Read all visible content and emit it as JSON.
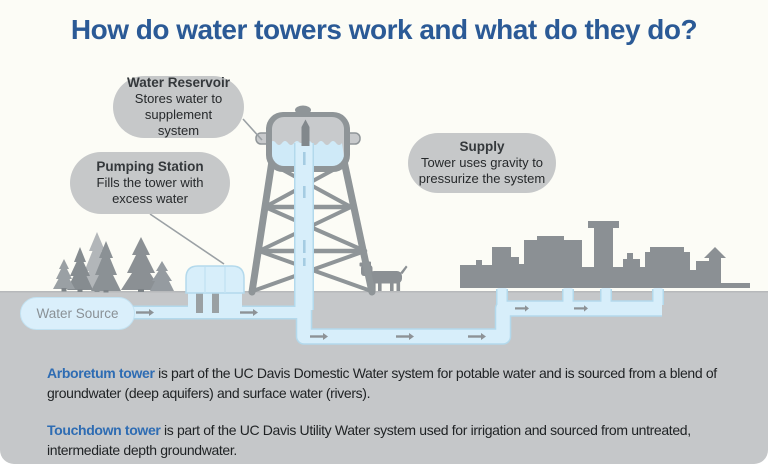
{
  "title": "How do water towers work and what do they do?",
  "callouts": {
    "reservoir": {
      "title": "Water Reservoir",
      "body": "Stores water to supplement system"
    },
    "pumping": {
      "title": "Pumping Station",
      "body": "Fills the tower with excess water"
    },
    "supply": {
      "title": "Supply",
      "body": "Tower uses gravity to pressurize the system"
    }
  },
  "labels": {
    "water_source": "Water Source"
  },
  "notes": [
    {
      "lead": "Arboretum tower",
      "text": " is part of the UC Davis Domestic Water system for potable water and is sourced from a blend of groundwater (deep aquifers) and surface water (rivers)."
    },
    {
      "lead": "Touchdown tower",
      "text": " is part of the UC Davis Utility Water system used for irrigation and sourced from untreated, intermediate depth groundwater."
    }
  ],
  "illustrations": [
    "pine-trees",
    "water-tower",
    "pumping-station",
    "city-skyline",
    "cow",
    "underground-pipes",
    "flow-arrows"
  ],
  "colors": {
    "title_blue": "#2b5a96",
    "link_blue": "#2e6cb3",
    "water_blue": "#d7eefa",
    "pipe_edge_blue": "#b3d9ec",
    "silhouette_gray": "#8b9094",
    "ground_gray": "#c5c7c9",
    "bubble_gray": "#c6c8c9",
    "background": "#fcfcf6"
  }
}
